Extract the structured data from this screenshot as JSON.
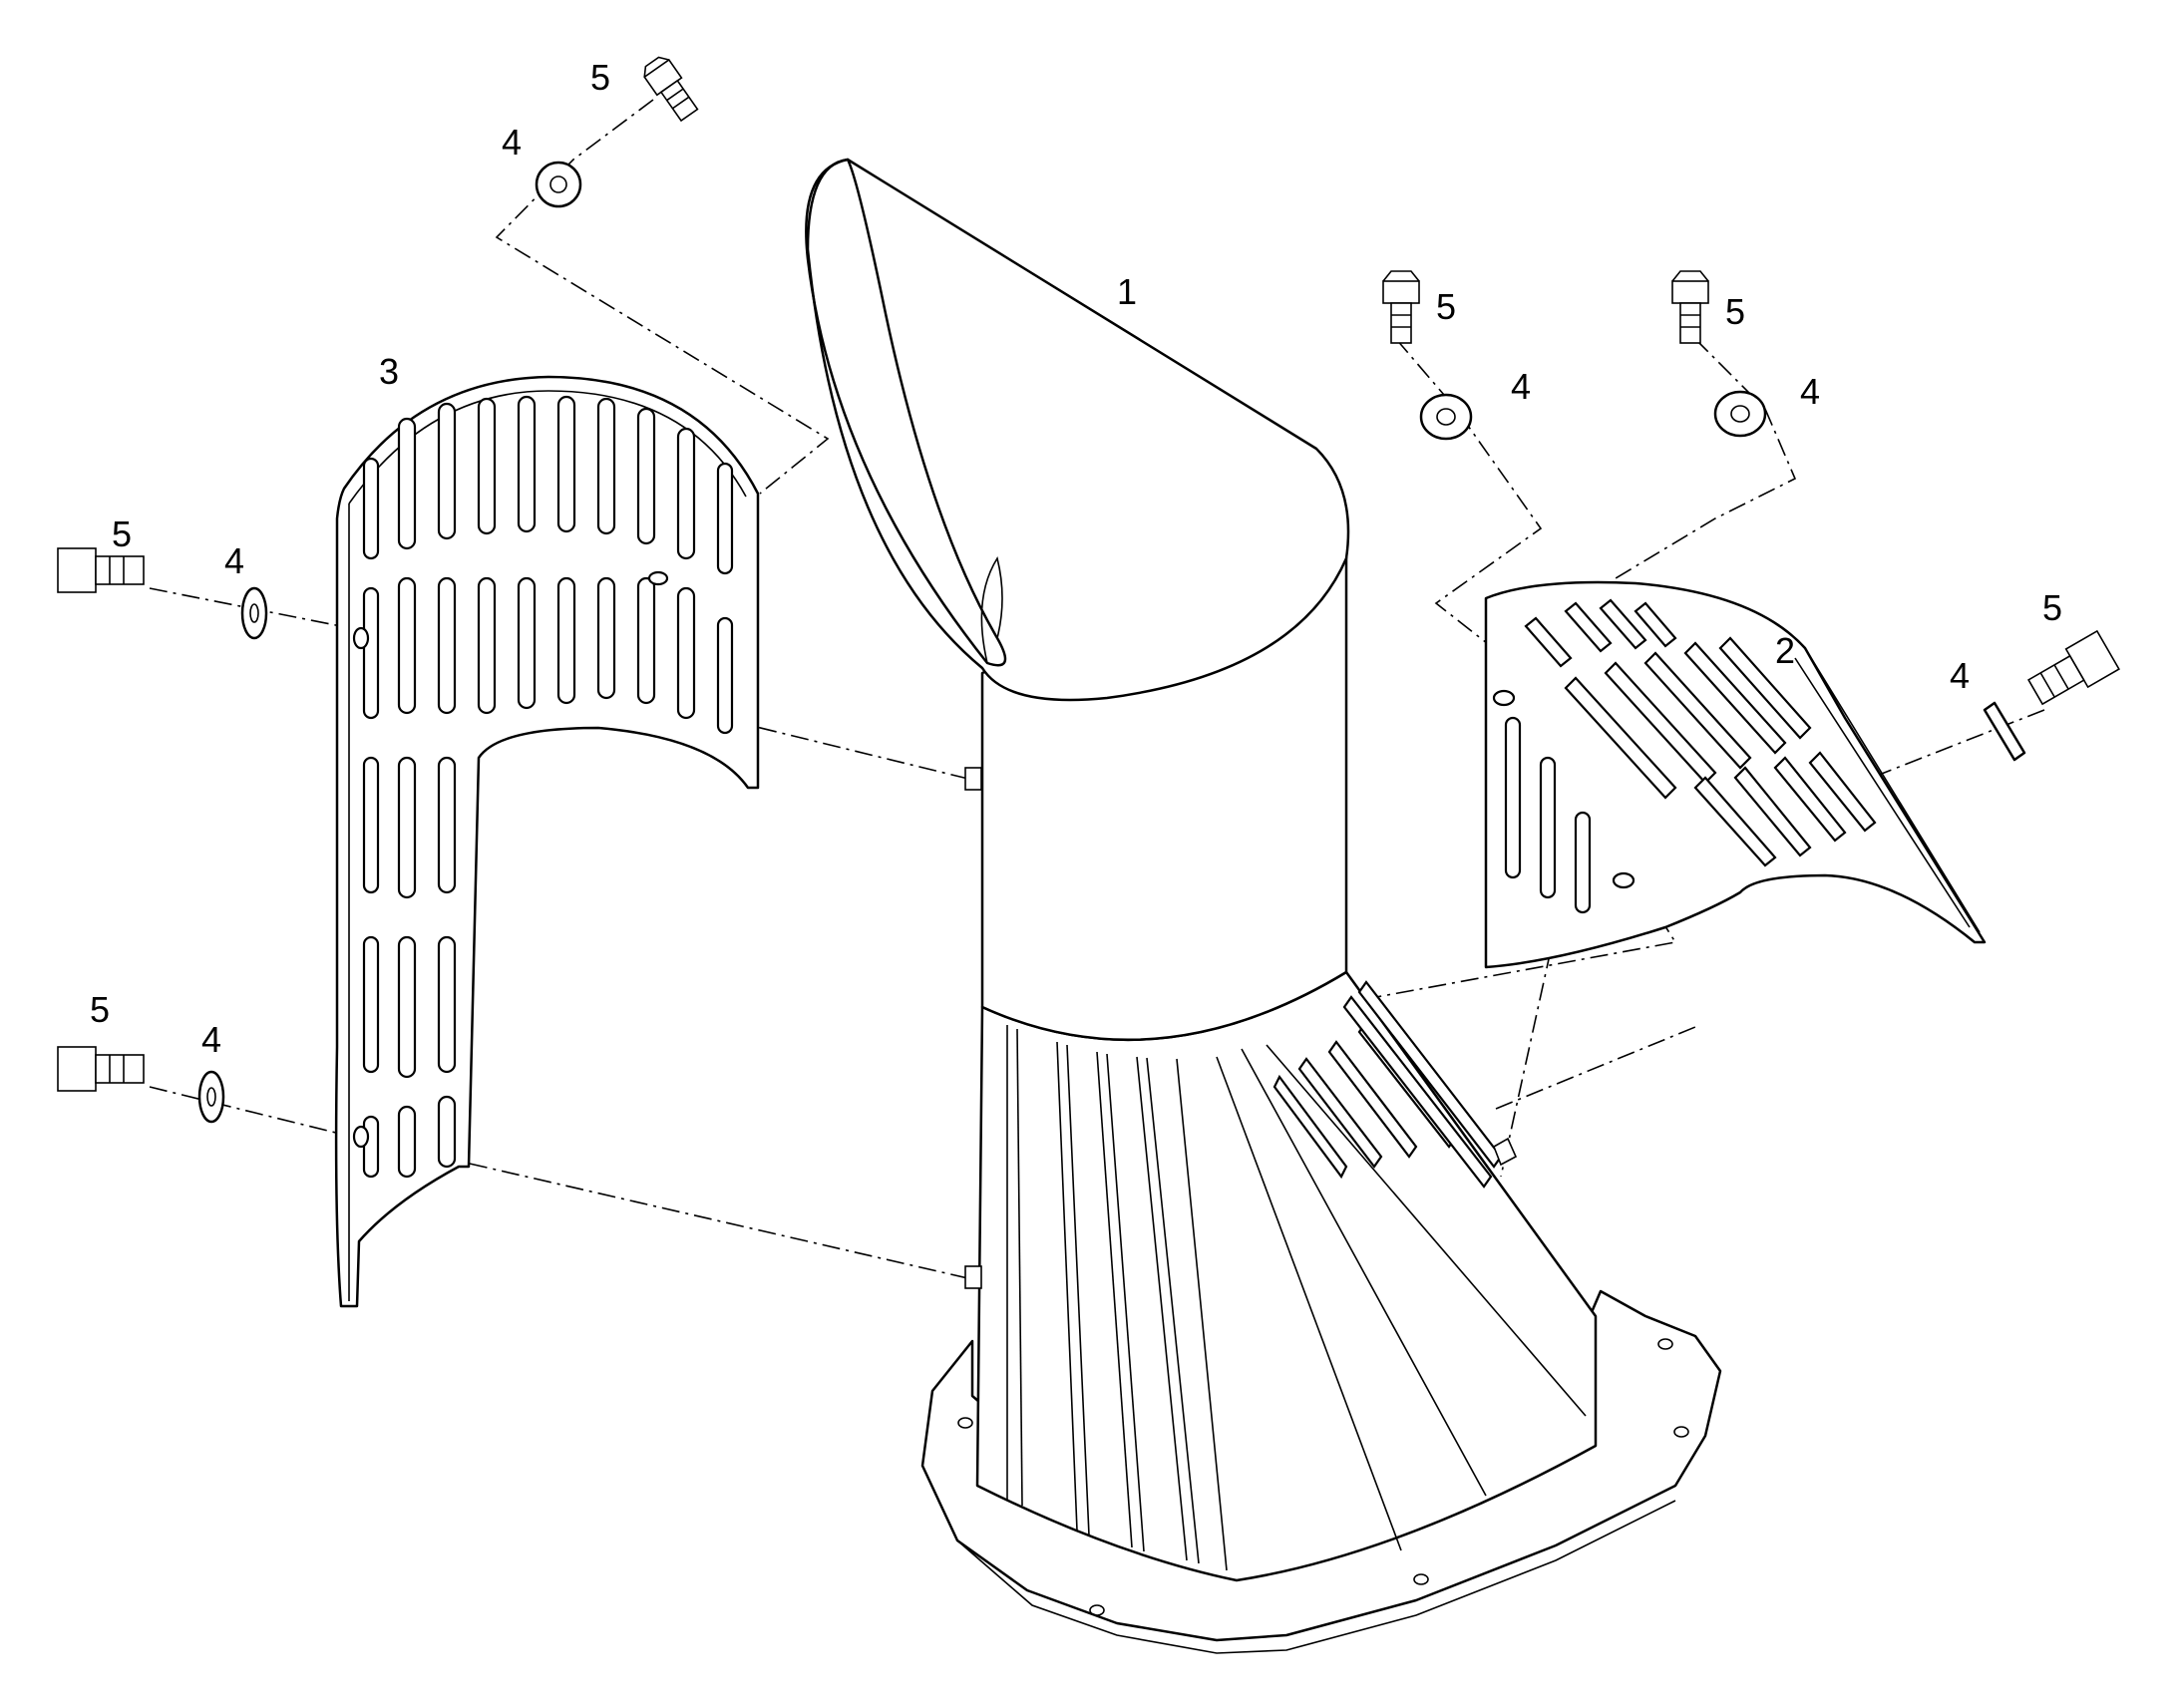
{
  "callouts": [
    {
      "id": "c-top-bolt",
      "text": "5"
    },
    {
      "id": "c-top-washer",
      "text": "4"
    },
    {
      "id": "c-chute",
      "text": "1"
    },
    {
      "id": "c-rb1-bolt",
      "text": "5"
    },
    {
      "id": "c-rb1-washer",
      "text": "4"
    },
    {
      "id": "c-rb2-bolt",
      "text": "5"
    },
    {
      "id": "c-rb2-washer",
      "text": "4"
    },
    {
      "id": "c-left-guard",
      "text": "3"
    },
    {
      "id": "c-lb1-bolt",
      "text": "5"
    },
    {
      "id": "c-lb1-washer",
      "text": "4"
    },
    {
      "id": "c-right-guard",
      "text": "2"
    },
    {
      "id": "c-rb3-washer",
      "text": "4"
    },
    {
      "id": "c-rb3-bolt",
      "text": "5"
    },
    {
      "id": "c-lb2-bolt",
      "text": "5"
    },
    {
      "id": "c-lb2-washer",
      "text": "4"
    }
  ]
}
